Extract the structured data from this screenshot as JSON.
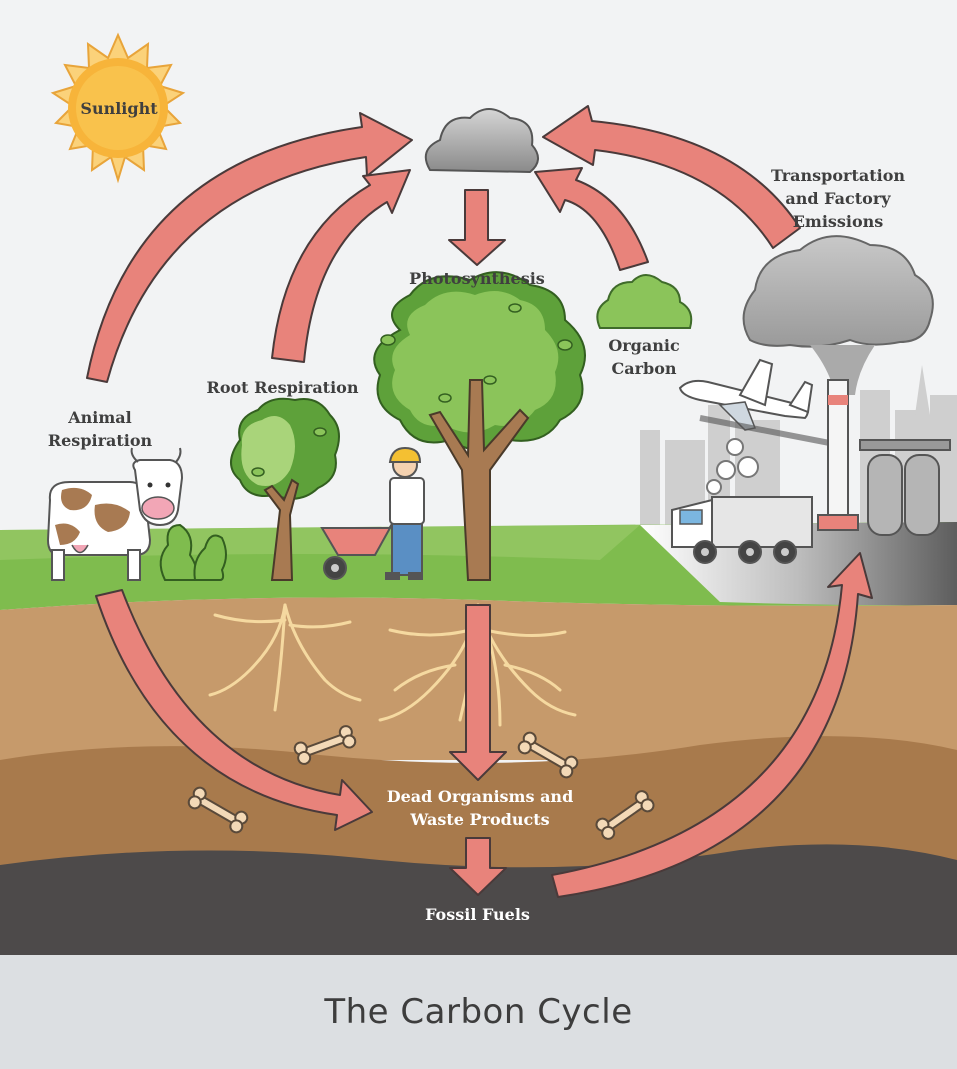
{
  "title": "The Carbon Cycle",
  "labels": {
    "sunlight": "Sunlight",
    "transportation": "Transportation\nand Factory\nEmissions",
    "photosynthesis": "Photosynthesis",
    "organic_carbon": "Organic\nCarbon",
    "root_respiration": "Root Respiration",
    "animal_respiration": "Animal\nRespiration",
    "dead_organisms": "Dead Organisms and\nWaste Products",
    "fossil_fuels": "Fossil Fuels"
  },
  "colors": {
    "arrow": "#e8837b",
    "arrow_outline": "#4a3a3a",
    "sky": "#f2f3f4",
    "grass": "#7fbc4e",
    "soil_top": "#c69a6b",
    "soil_mid": "#a87a4c",
    "fossil_layer": "#4d4a4a",
    "sun": "#f7b43a"
  }
}
